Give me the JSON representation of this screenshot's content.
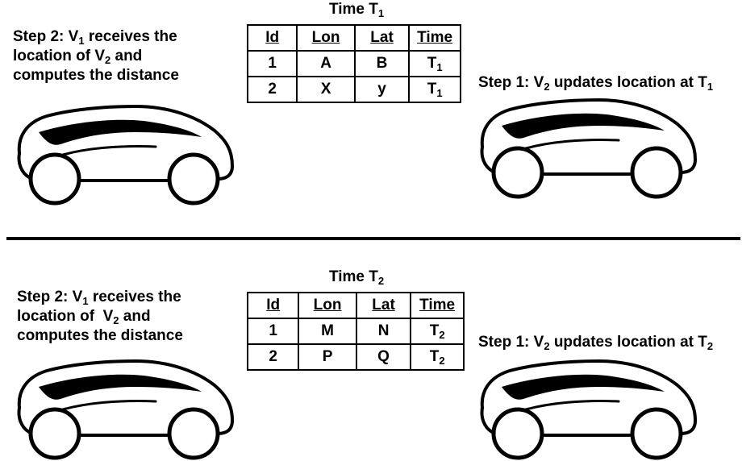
{
  "panels": [
    {
      "title_main": "Time T",
      "title_sub": "1",
      "step2": {
        "line1_a": "Step 2: V",
        "line1_sub": "1",
        "line1_b": " receives the",
        "line2_a": "location of V",
        "line2_sub": "2",
        "line2_b": " and",
        "line3": "computes the distance"
      },
      "step1": {
        "a": "Step 1: V",
        "sub1": "2",
        "b": " updates location at T",
        "sub2": "1"
      },
      "table": {
        "headers": [
          "Id",
          "Lon",
          "Lat",
          "Time"
        ],
        "rows": [
          {
            "id": "1",
            "lon": "A",
            "lat": "B",
            "time_main": "T",
            "time_sub": "1"
          },
          {
            "id": "2",
            "lon": "X",
            "lat": "y",
            "time_main": "T",
            "time_sub": "1"
          }
        ]
      }
    },
    {
      "title_main": "Time T",
      "title_sub": "2",
      "step2": {
        "line1_a": "Step 2: V",
        "line1_sub": "1",
        "line1_b": " receives the",
        "line2_a": "location of  V",
        "line2_sub": "2",
        "line2_b": " and",
        "line3": "computes the distance"
      },
      "step1": {
        "a": "Step 1: V",
        "sub1": "2",
        "b": " updates location at T",
        "sub2": "2"
      },
      "table": {
        "headers": [
          "Id",
          "Lon",
          "Lat",
          "Time"
        ],
        "rows": [
          {
            "id": "1",
            "lon": "M",
            "lat": "N",
            "time_main": "T",
            "time_sub": "2"
          },
          {
            "id": "2",
            "lon": "P",
            "lat": "Q",
            "time_main": "T",
            "time_sub": "2"
          }
        ]
      }
    }
  ]
}
